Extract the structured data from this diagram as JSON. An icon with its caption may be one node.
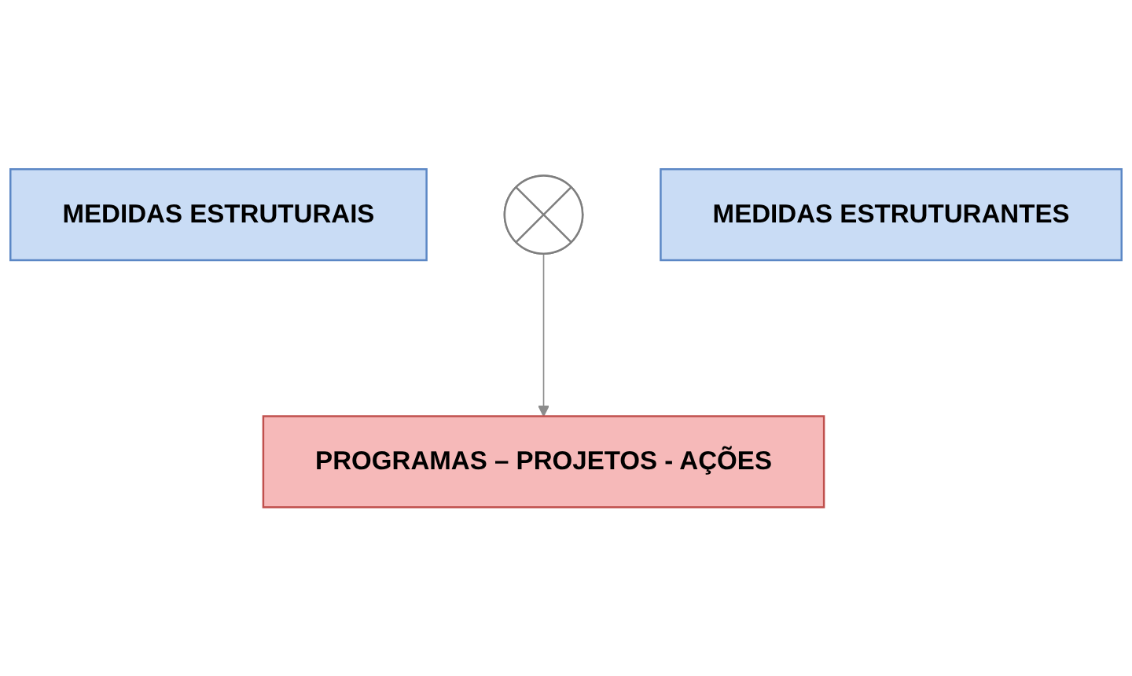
{
  "diagram": {
    "nodes": [
      {
        "text": [
          "MEDIDAS ESTRUTURAIS"
        ]
      },
      {
        "text": [],
        "shape": "plus"
      },
      {
        "text": [
          "MEDIDAS ESTRUTURANTES"
        ]
      },
      {
        "text": [
          "PROGRAMAS – PROJETOS - AÇÕES"
        ]
      }
    ],
    "edges": [
      {
        "from": 1,
        "to": 3,
        "arrow": "to",
        "color": "#8c8c8c"
      }
    ]
  }
}
